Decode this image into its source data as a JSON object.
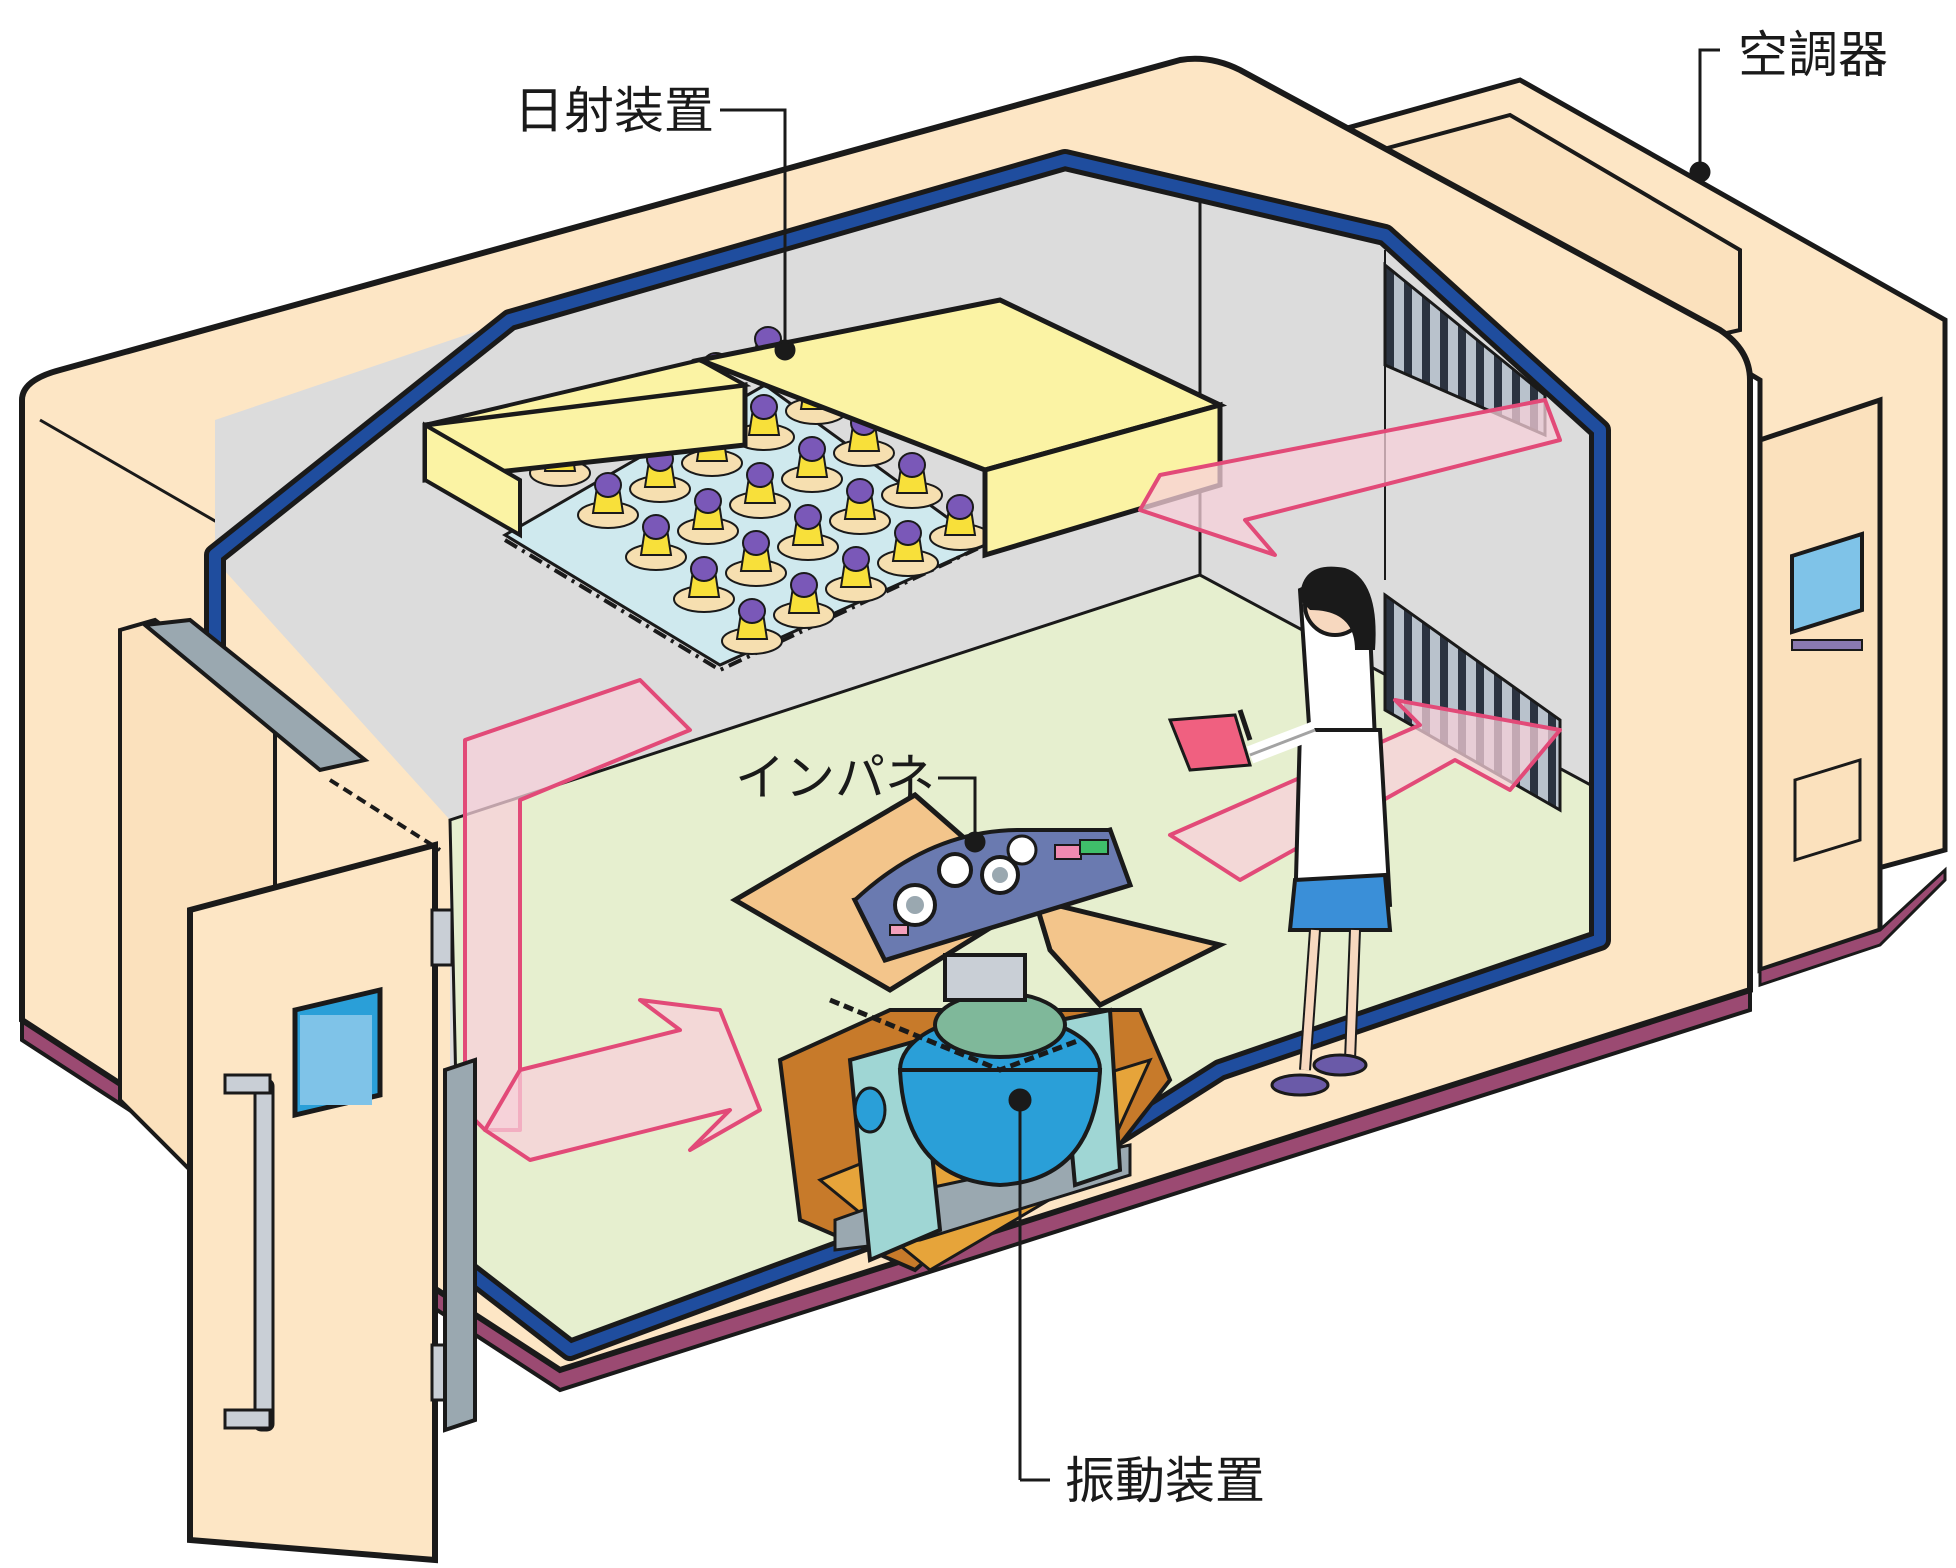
{
  "labels": {
    "solar": "日射装置",
    "aircon": "空調器",
    "panel": "インパネ",
    "vibration": "振動装置"
  },
  "colors": {
    "shell": "#fde6c5",
    "outline": "#1a1a1a",
    "wall_blue": "#1f4d9e",
    "interior_wall": "#dcdcdc",
    "floor": "#e6efcf",
    "solar_box": "#fbf3a4",
    "airflow_arrow": "#e24a78",
    "airflow_fill": "#f7d0da",
    "base_stripe": "#9b4a72",
    "shaker_blue": "#2a9fd8",
    "shaker_frame": "#9fd6d4",
    "panel_navy": "#58689e",
    "table_tan": "#f3c58b"
  },
  "icons": {
    "vents": "vent-grille-icon",
    "person": "technician-icon",
    "monitor": "control-screen-icon"
  }
}
